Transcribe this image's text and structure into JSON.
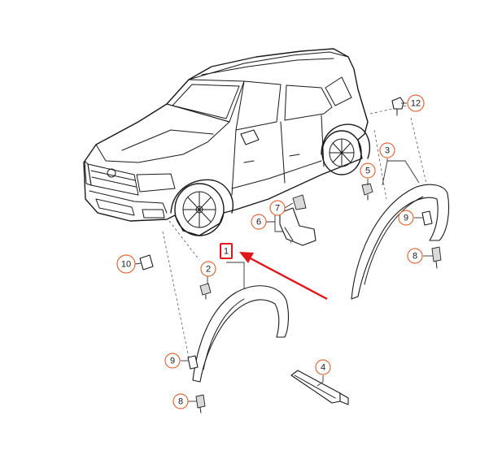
{
  "callouts": {
    "c1": "1",
    "c2": "2",
    "c3": "3",
    "c4": "4",
    "c5": "5",
    "c6": "6",
    "c7": "7",
    "c8_front": "8",
    "c8_rear": "8",
    "c9_front": "9",
    "c9_rear": "9",
    "c10": "10",
    "c12": "12"
  },
  "colors": {
    "callout_ring": "#e06a3a",
    "highlight": "#e0161a",
    "line": "#1a1a1a"
  }
}
